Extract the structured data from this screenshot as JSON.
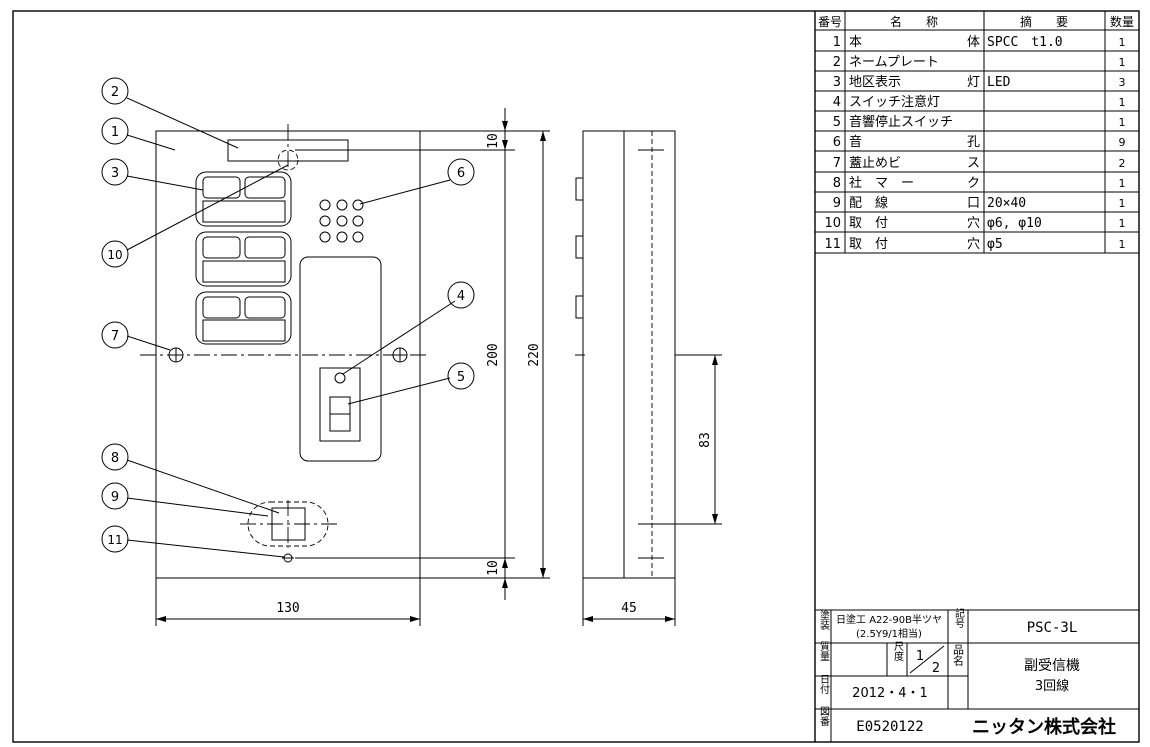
{
  "parts_table": {
    "headers": [
      "番号",
      "名　　称",
      "摘　　要",
      "数量"
    ],
    "rows": [
      {
        "no": "1",
        "name_l": "本",
        "name_r": "体",
        "spec": "SPCC　t1.0",
        "qty": "1"
      },
      {
        "no": "2",
        "name_l": "ネームプレート",
        "name_r": "",
        "spec": "",
        "qty": "1"
      },
      {
        "no": "3",
        "name_l": "地区表示",
        "name_r": "灯",
        "spec": "LED",
        "qty": "3"
      },
      {
        "no": "4",
        "name_l": "スイッチ注意灯",
        "name_r": "",
        "spec": "",
        "qty": "1"
      },
      {
        "no": "5",
        "name_l": "音響停止スイッチ",
        "name_r": "",
        "spec": "",
        "qty": "1"
      },
      {
        "no": "6",
        "name_l": "音",
        "name_r": "孔",
        "spec": "",
        "qty": "9"
      },
      {
        "no": "7",
        "name_l": "蓋止めビ",
        "name_r": "ス",
        "spec": "",
        "qty": "2"
      },
      {
        "no": "8",
        "name_l": "社　マ　ー",
        "name_r": "ク",
        "spec": "",
        "qty": "1"
      },
      {
        "no": "9",
        "name_l": "配　線",
        "name_r": "口",
        "spec": "20×40",
        "qty": "1"
      },
      {
        "no": "10",
        "name_l": "取　付",
        "name_r": "穴",
        "spec": "φ6, φ10",
        "qty": "1"
      },
      {
        "no": "11",
        "name_l": "取　付",
        "name_r": "穴",
        "spec": "φ5",
        "qty": "1"
      }
    ]
  },
  "title_block": {
    "paint_label": "塗装",
    "paint_value_1": "日塗工 A22-90B半ツヤ",
    "paint_value_2": "(2.5Y9/1相当)",
    "code_label": "記号",
    "code_value": "PSC-3L",
    "mass_label": "質量",
    "scale_label": "尺度",
    "scale_num": "1",
    "scale_den": "2",
    "product_label": "品名",
    "product_name_1": "副受信機",
    "product_name_2": "3回線",
    "date_label": "日付",
    "date_value": "2012・4・1",
    "drawing_no_label": "図番",
    "drawing_no": "E0520122",
    "company": "ニッタン株式会社"
  },
  "drawing": {
    "balloons": [
      "1",
      "2",
      "3",
      "4",
      "5",
      "6",
      "7",
      "8",
      "9",
      "10",
      "11"
    ],
    "dimensions": {
      "width_front": "130",
      "depth_side": "45",
      "height_inner": "200",
      "height_total": "220",
      "margin_top": "10",
      "margin_bottom": "10",
      "lower_height": "83"
    }
  }
}
